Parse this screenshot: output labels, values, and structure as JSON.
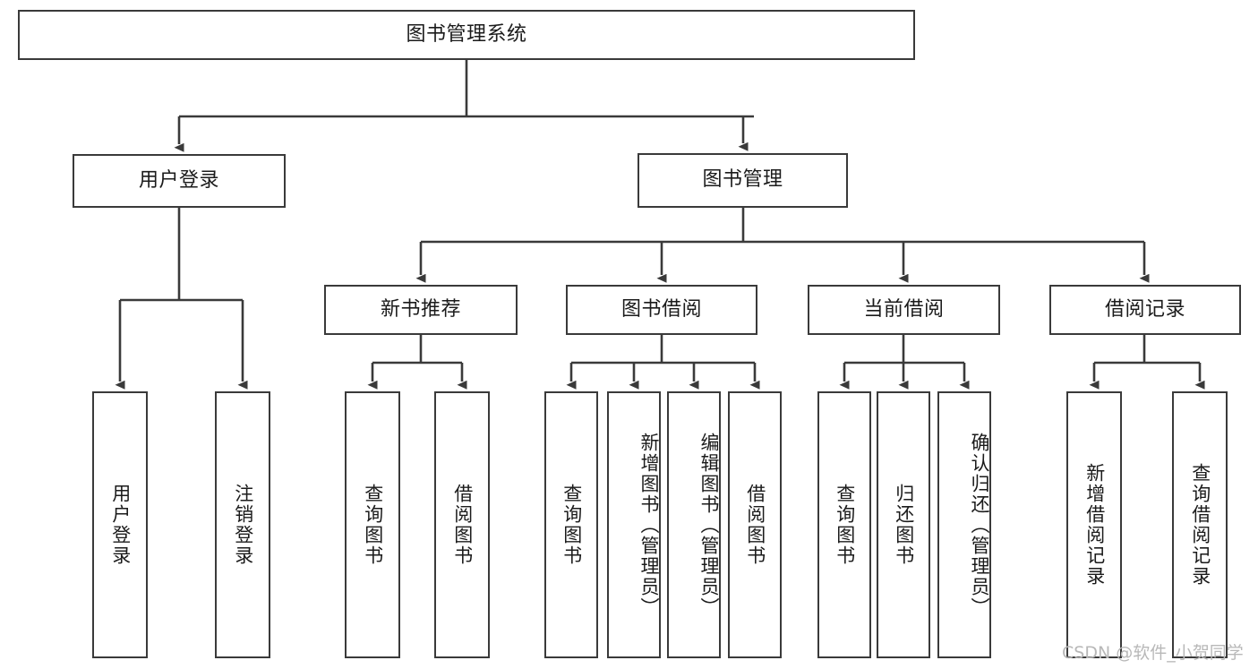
{
  "diagram": {
    "title": "图书管理系统",
    "type": "functional-structure-tree",
    "watermark": "CSDN @软件_小贺同学",
    "colors": {
      "box_border": "#3a3a3a",
      "box_fill": "#ffffff",
      "edge": "#3a3a3a",
      "text": "#1b1b1b",
      "watermark": "#b8b8b8"
    },
    "nodes": {
      "root": {
        "label": "图书管理系统"
      },
      "level2": [
        {
          "id": "user-login",
          "label": "用户登录"
        },
        {
          "id": "book-manage",
          "label": "图书管理"
        }
      ],
      "level3": [
        {
          "id": "new-book-recommend",
          "label": "新书推荐"
        },
        {
          "id": "book-borrow",
          "label": "图书借阅"
        },
        {
          "id": "current-borrow",
          "label": "当前借阅"
        },
        {
          "id": "borrow-record",
          "label": "借阅记录"
        }
      ],
      "leaves": {
        "user-login": [
          {
            "id": "leaf-user-login",
            "label": "用户登录"
          },
          {
            "id": "leaf-logout-login",
            "label": "注销登录"
          }
        ],
        "new-book-recommend": [
          {
            "id": "leaf-query-book-1",
            "label": "查询图书"
          },
          {
            "id": "leaf-borrow-book-1",
            "label": "借阅图书"
          }
        ],
        "book-borrow": [
          {
            "id": "leaf-query-book-2",
            "label": "查询图书"
          },
          {
            "id": "leaf-add-book",
            "label": "新增图书（管理员）"
          },
          {
            "id": "leaf-edit-book",
            "label": "编辑图书（管理员）"
          },
          {
            "id": "leaf-borrow-book-2",
            "label": "借阅图书"
          }
        ],
        "current-borrow": [
          {
            "id": "leaf-query-book-3",
            "label": "查询图书"
          },
          {
            "id": "leaf-return-book",
            "label": "归还图书"
          },
          {
            "id": "leaf-confirm-return",
            "label": "确认归还（管理员）"
          }
        ],
        "borrow-record": [
          {
            "id": "leaf-add-record",
            "label": "新增借阅记录"
          },
          {
            "id": "leaf-query-record",
            "label": "查询借阅记录"
          }
        ]
      }
    }
  }
}
